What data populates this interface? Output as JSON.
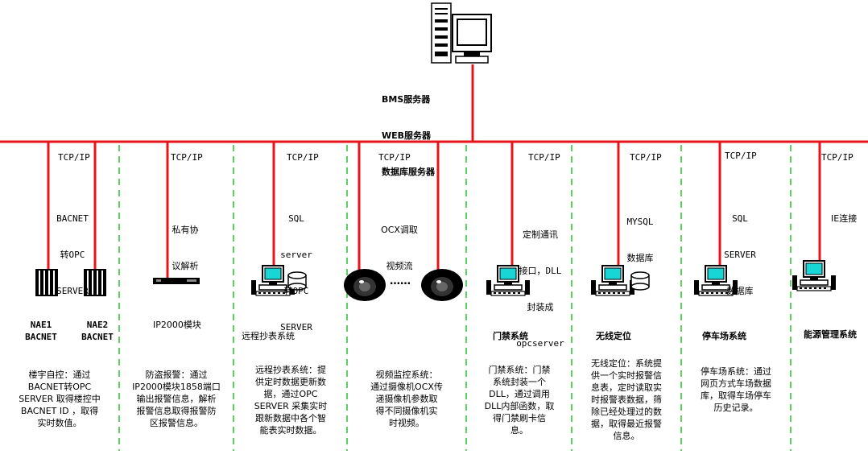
{
  "server": {
    "label_lines": [
      "BMS服务器",
      "WEB服务器",
      "数据库服务器"
    ]
  },
  "protocol": "TCP/IP",
  "columns": [
    {
      "id": "bas",
      "interface_lines": [
        "BACNET",
        "转OPC",
        "SERVER"
      ],
      "device_labels": [
        "NAE1\nBACNET",
        "NAE2\nBACNET"
      ],
      "system_name": "",
      "description": "楼宇自控：通过\nBACNET转OPC\nSERVER 取得楼控中\nBACNET ID ，取得\n实时数值。"
    },
    {
      "id": "alarm",
      "interface_lines": [
        "私有协",
        "议解析"
      ],
      "device_labels": [
        "IP2000模块"
      ],
      "system_name": "",
      "description": "防盗报警：通过\nIP2000模块1858端口\n输出报警信息，解析\n报警信息取得报警防\n区报警信息。"
    },
    {
      "id": "meter",
      "interface_lines": [
        "SQL",
        "server",
        "转OPC",
        "SERVER"
      ],
      "device_labels": [],
      "system_name": "远程抄表系统",
      "description": "远程抄表系统：提\n供定时数据更新数\n据，通过OPC\nSERVER 采集实时\n跟新数据中各个智\n能表实时数据。"
    },
    {
      "id": "video",
      "interface_lines": [
        "OCX调取",
        "视频流"
      ],
      "device_labels": [
        "……"
      ],
      "system_name": "",
      "description": "视频监控系统：\n通过摄像机OCX传\n递摄像机参数取\n得不同摄像机实\n时视频。"
    },
    {
      "id": "access",
      "interface_lines": [
        "定制通讯",
        "接口，DLL",
        "封装成",
        "opcserver"
      ],
      "device_labels": [],
      "system_name": "门禁系统",
      "description": "门禁系统：门禁\n系统封装一个\nDLL，通过调用\nDLL内部函数，取\n得门禁刷卡信\n息。"
    },
    {
      "id": "wireless",
      "interface_lines": [
        "MYSQL",
        "数据库"
      ],
      "device_labels": [],
      "system_name": "无线定位",
      "description": "无线定位：系统提\n供一个实时报警信\n息表，定时读取实\n时报警表数据，筛\n除已经处理过的数\n据，取得最近报警\n信息。"
    },
    {
      "id": "parking",
      "interface_lines": [
        "SQL",
        "SERVER",
        "数据库"
      ],
      "device_labels": [],
      "system_name": "停车场系统",
      "description": "停车场系统：通过\n网页方式车场数据\n库，取得车场停车\n历史记录。"
    },
    {
      "id": "energy",
      "interface_lines": [
        "IE连接"
      ],
      "device_labels": [],
      "system_name": "能源管理系统",
      "description": ""
    }
  ],
  "colors": {
    "bus": "#e8141b",
    "divider": "#22c32a",
    "screen": "#19d6d6",
    "device": "#000000"
  },
  "icons": [
    "server-computer-icon",
    "nae-controller-icon",
    "ip2000-module-icon",
    "workstation-icon",
    "database-icon",
    "dome-camera-icon"
  ]
}
